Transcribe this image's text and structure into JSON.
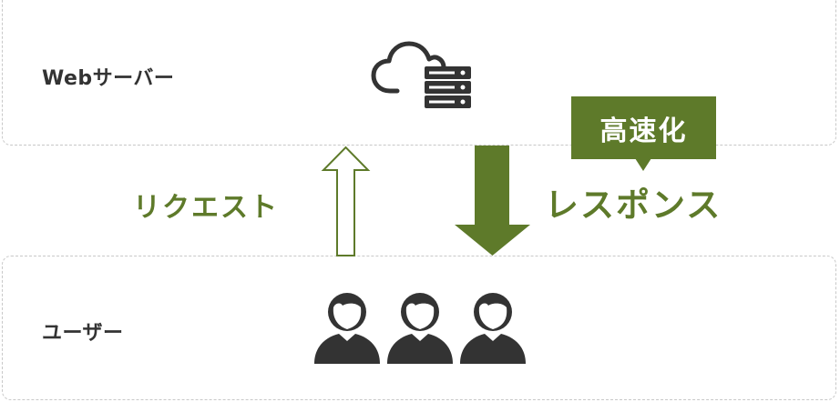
{
  "server_zone": {
    "label": "Webサーバー",
    "icon": "cloud-server-icon"
  },
  "user_zone": {
    "label": "ユーザー",
    "icon": "users-icon"
  },
  "request": {
    "label": "リクエスト"
  },
  "response": {
    "label": "レスポンス"
  },
  "callout": {
    "text": "高速化"
  },
  "colors": {
    "accent": "#5e7a2a",
    "dark": "#333333",
    "border": "#c8c8c8"
  }
}
